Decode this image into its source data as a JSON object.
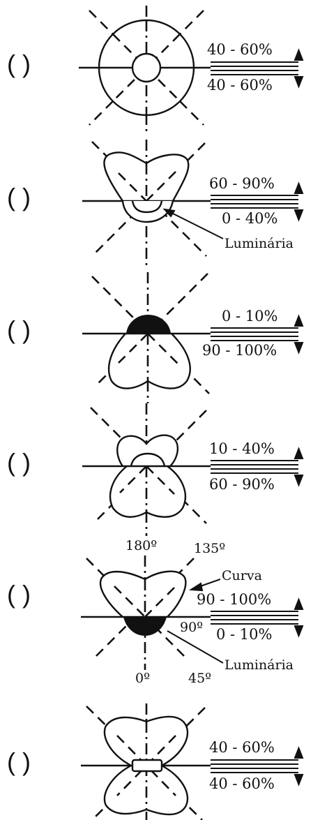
{
  "items": [
    {
      "checkbox": "(   )",
      "upward": "40 - 60%",
      "downward": "40 - 60%",
      "labels": []
    },
    {
      "checkbox": "(   )",
      "upward": "60 - 90%",
      "downward": "0 - 40%",
      "labels": [
        "Luminária"
      ]
    },
    {
      "checkbox": "(   )",
      "upward": "0 - 10%",
      "downward": "90 - 100%",
      "labels": []
    },
    {
      "checkbox": "(   )",
      "upward": "10 - 40%",
      "downward": "60 - 90%",
      "labels": []
    },
    {
      "checkbox": "(   )",
      "upward": "90 - 100%",
      "downward": "0 - 10%",
      "labels": [
        "180º",
        "135º",
        "Curva",
        "90º",
        "Luminária",
        "0º",
        "45º"
      ]
    },
    {
      "checkbox": "(   )",
      "upward": "40 - 60%",
      "downward": "40 - 60%",
      "labels": []
    }
  ]
}
